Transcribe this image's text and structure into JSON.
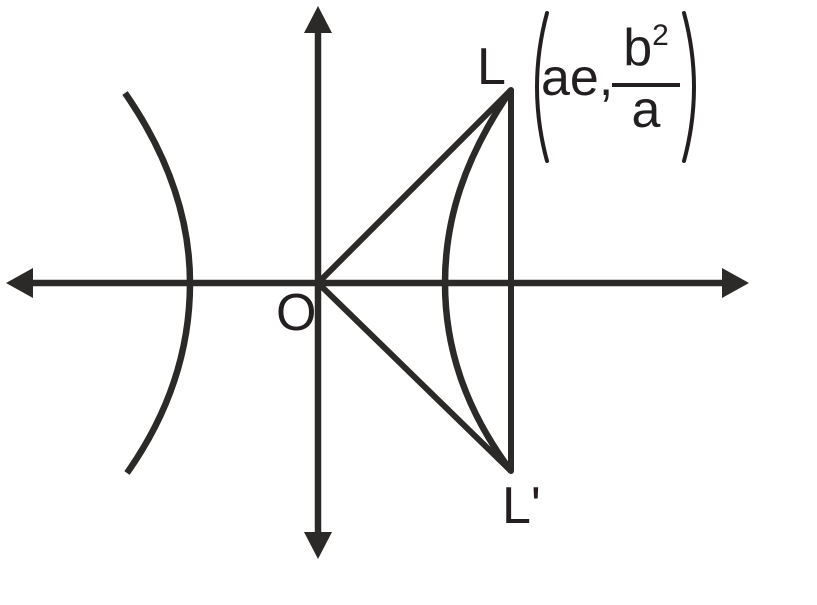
{
  "figure": {
    "type": "hyperbola-latus-rectum-diagram",
    "background_color": "#ffffff",
    "stroke_color": "#2b2a29",
    "text_color": "#231f20",
    "labels": {
      "origin": "O",
      "latus_upper_endpoint": "L",
      "latus_lower_endpoint": "L'",
      "coordinate_abscissa": "ae,",
      "coordinate_numerator_base": "b",
      "coordinate_numerator_exponent": "2",
      "coordinate_denominator": "a"
    }
  }
}
